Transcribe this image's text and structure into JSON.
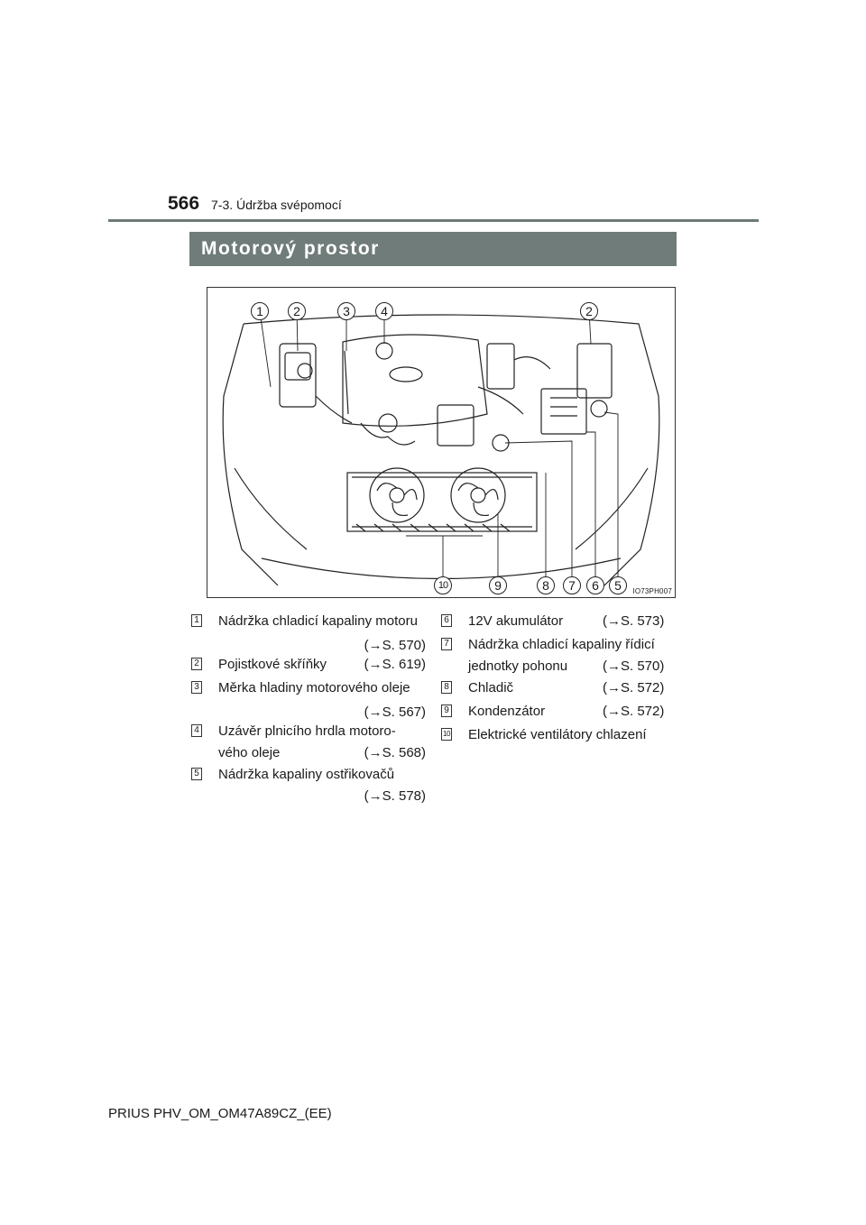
{
  "header": {
    "page_number": "566",
    "section": "7-3. Údržba svépomocí"
  },
  "banner": {
    "title": "Motorový prostor"
  },
  "figure": {
    "code": "IO73PH007",
    "callouts": [
      "1",
      "2",
      "3",
      "4",
      "2",
      "10",
      "9",
      "8",
      "7",
      "6",
      "5"
    ]
  },
  "legend": {
    "left": [
      {
        "num": "1",
        "line1": "Nádržka chladicí kapaliny motoru",
        "line2": "",
        "ref": "(→S. 570)"
      },
      {
        "num": "2",
        "line1": "Pojistkové skříňky",
        "line2": "",
        "ref": "(→S. 619)"
      },
      {
        "num": "3",
        "line1": "Měrka hladiny motorového oleje",
        "line2": "",
        "ref": "(→S. 567)"
      },
      {
        "num": "4",
        "line1": "Uzávěr plnicího hrdla motoro-",
        "line2": "vého oleje",
        "ref": "(→S. 568)"
      },
      {
        "num": "5",
        "line1": "Nádržka kapaliny ostřikovačů",
        "line2": "",
        "ref": "(→S. 578)"
      }
    ],
    "right": [
      {
        "num": "6",
        "line1": "12V akumulátor",
        "line2": "",
        "ref": "(→S. 573)"
      },
      {
        "num": "7",
        "line1": "Nádržka chladicí kapaliny řídicí",
        "line2": "jednotky pohonu",
        "ref": "(→S. 570)"
      },
      {
        "num": "8",
        "line1": "Chladič",
        "line2": "",
        "ref": "(→S. 572)"
      },
      {
        "num": "9",
        "line1": "Kondenzátor",
        "line2": "",
        "ref": "(→S. 572)"
      },
      {
        "num": "10",
        "line1": "Elektrické ventilátory chlazení",
        "line2": "",
        "ref": ""
      }
    ]
  },
  "footer": {
    "text": "PRIUS PHV_OM_OM47A89CZ_(EE)"
  }
}
